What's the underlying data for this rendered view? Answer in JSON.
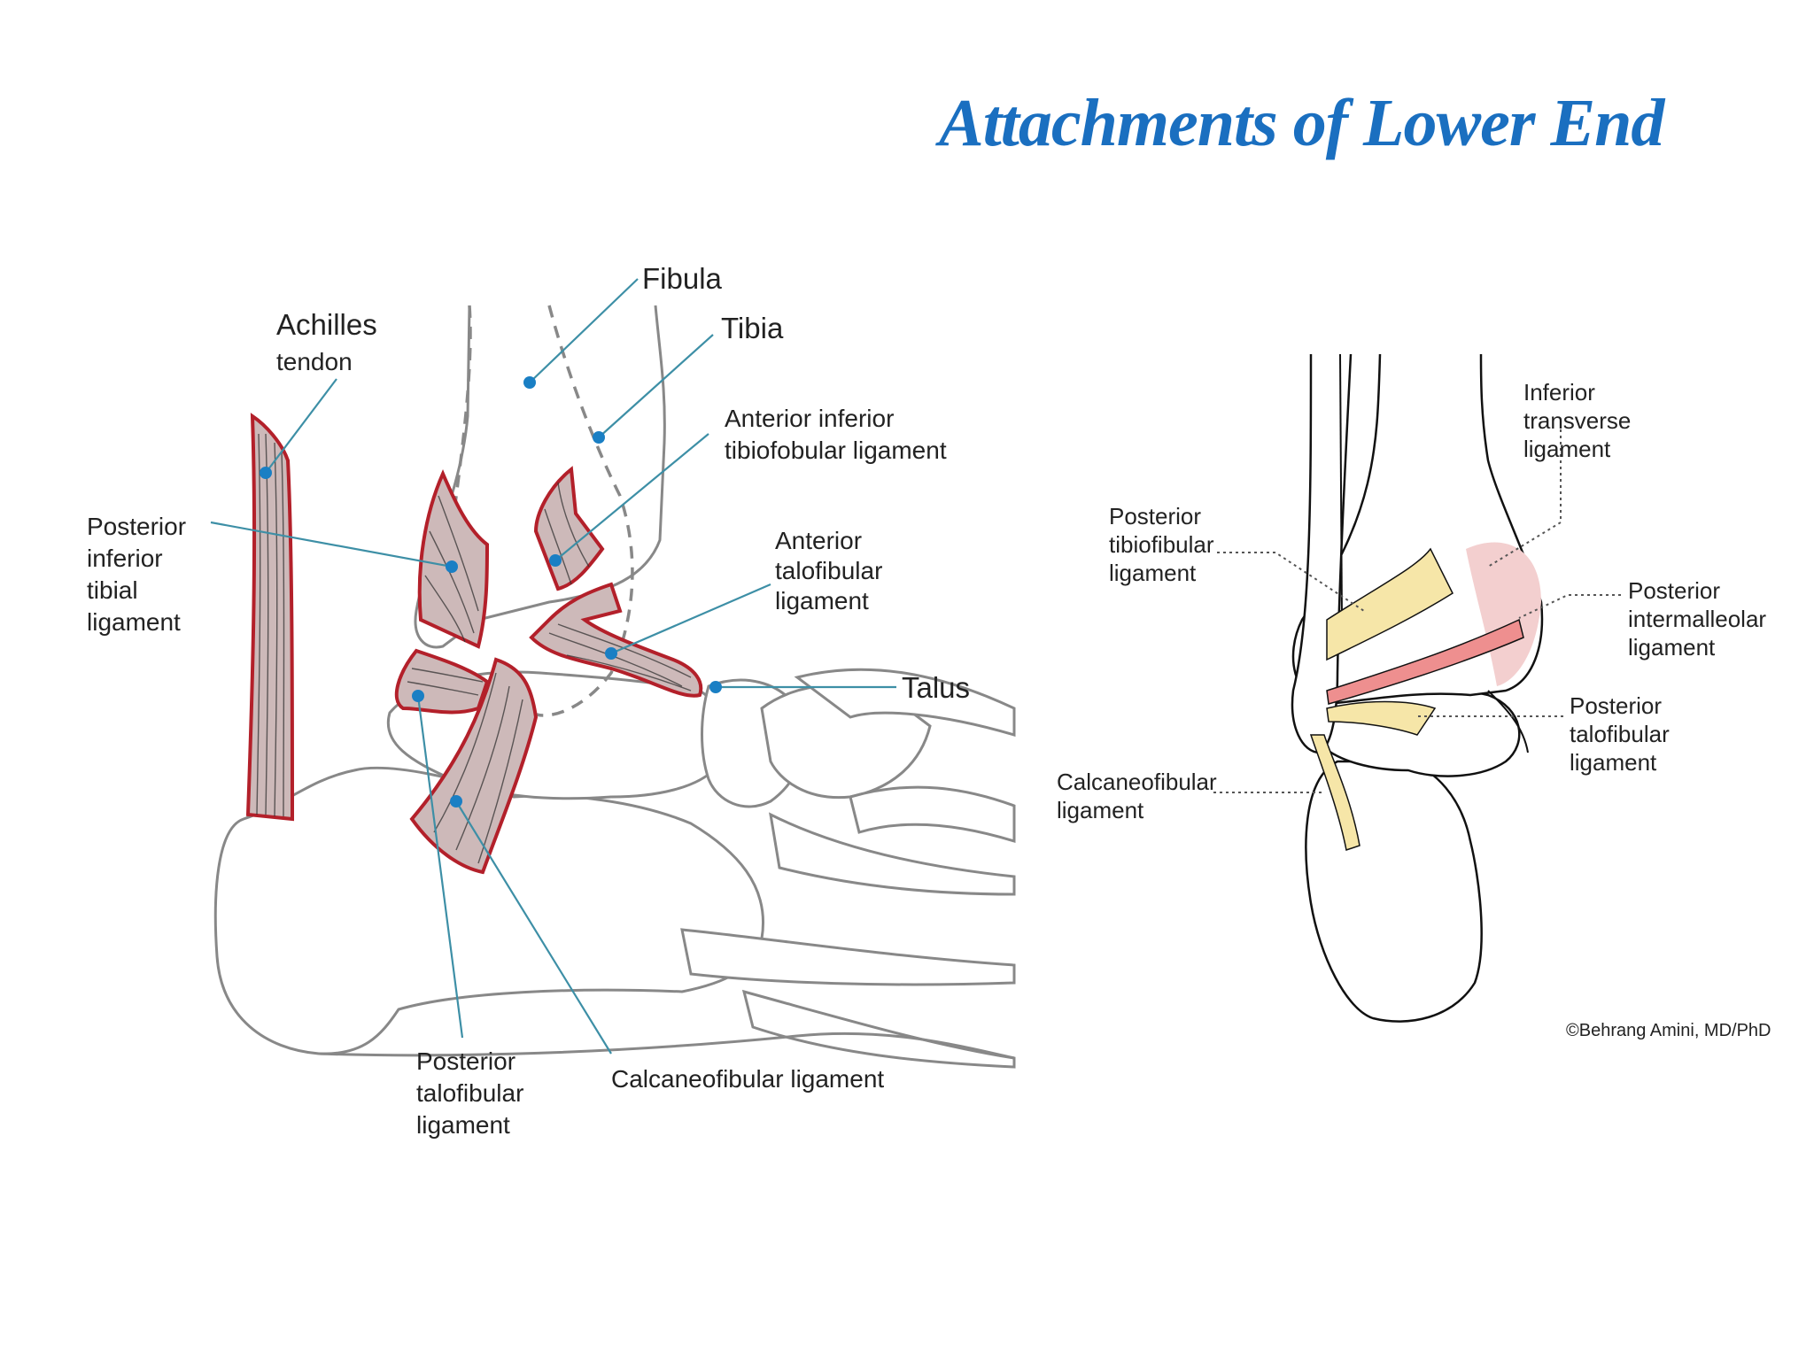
{
  "title": "Attachments of Lower End",
  "left_diagram": {
    "labels": {
      "achilles": "Achilles",
      "tendon": "tendon",
      "fibula": "Fibula",
      "tibia": "Tibia",
      "aitfl_1": "Anterior inferior",
      "aitfl_2": "tibiofobular ligament",
      "atfl_1": "Anterior",
      "atfl_2": "talofibular",
      "atfl_3": "ligament",
      "talus": "Talus",
      "pitl_1": "Posterior",
      "pitl_2": "inferior",
      "pitl_3": "tibial",
      "pitl_4": "ligament",
      "ptfl_1": "Posterior",
      "ptfl_2": "talofibular",
      "ptfl_3": "ligament",
      "cfl": "Calcaneofibular ligament"
    }
  },
  "right_diagram": {
    "labels": {
      "itl_1": "Inferior",
      "itl_2": "transverse",
      "itl_3": "ligament",
      "ptibfl_1": "Posterior",
      "ptibfl_2": "tibiofibular",
      "ptibfl_3": "ligament",
      "pil_1": "Posterior",
      "pil_2": "intermalleolar",
      "pil_3": "ligament",
      "ptfl_1": "Posterior",
      "ptfl_2": "talofibular",
      "ptfl_3": "ligament",
      "cfl_1": "Calcaneofibular",
      "cfl_2": "ligament",
      "credit": "©Behrang Amini, MD/PhD"
    }
  },
  "colors": {
    "title": "#1a6fc0",
    "ligament_fill": "#cdb9b9",
    "ligament_edge": "#b3202a",
    "leader": "#3d8fa6",
    "dot": "#1a7fc4",
    "yellow_ligament": "#f6e6a8",
    "pink_ligament": "#ee8f8f"
  }
}
